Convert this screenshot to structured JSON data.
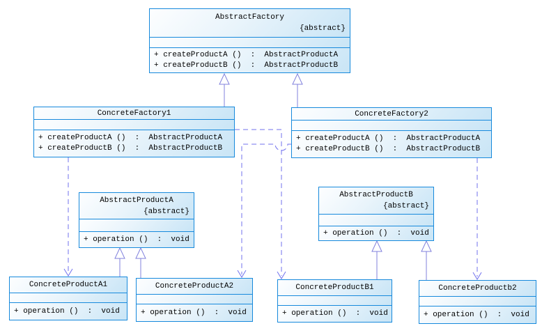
{
  "colors": {
    "box_border": "#1689dc",
    "box_fill_light": "#fdfeff",
    "box_fill_mid": "#e9f4fb",
    "box_fill_dark": "#c9e5f6",
    "generalization": "#8080dc",
    "dependency": "#7070ee",
    "text": "#000000",
    "background": "#ffffff"
  },
  "classes": {
    "abstract_factory": {
      "name": "AbstractFactory",
      "stereotype": "{abstract}",
      "methods": [
        "+ createProductA ()  :  AbstractProductA",
        "+ createProductB ()  :  AbstractProductB"
      ]
    },
    "concrete_factory1": {
      "name": "ConcreteFactory1",
      "methods": [
        "+ createProductA ()  :  AbstractProductA",
        "+ createProductB ()  :  AbstractProductB"
      ]
    },
    "concrete_factory2": {
      "name": "ConcreteFactory2",
      "methods": [
        "+ createProductA ()  :  AbstractProductA",
        "+ createProductB ()  :  AbstractProductB"
      ]
    },
    "abstract_product_a": {
      "name": "AbstractProductA",
      "stereotype": "{abstract}",
      "methods": [
        "+ operation ()  :  void"
      ]
    },
    "abstract_product_b": {
      "name": "AbstractProductB",
      "stereotype": "{abstract}",
      "methods": [
        "+ operation ()  :  void"
      ]
    },
    "concrete_product_a1": {
      "name": "ConcreteProductA1",
      "methods": [
        "+ operation ()  :  void"
      ]
    },
    "concrete_product_a2": {
      "name": "ConcreteProductA2",
      "methods": [
        "+ operation ()  :  void"
      ]
    },
    "concrete_product_b1": {
      "name": "ConcreteProductB1",
      "methods": [
        "+ operation ()  :  void"
      ]
    },
    "concrete_product_b2": {
      "name": "ConcreteProductb2",
      "methods": [
        "+ operation ()  :  void"
      ]
    }
  },
  "relationships": [
    {
      "type": "generalization",
      "from": "ConcreteFactory1",
      "to": "AbstractFactory"
    },
    {
      "type": "generalization",
      "from": "ConcreteFactory2",
      "to": "AbstractFactory"
    },
    {
      "type": "generalization",
      "from": "ConcreteProductA1",
      "to": "AbstractProductA"
    },
    {
      "type": "generalization",
      "from": "ConcreteProductA2",
      "to": "AbstractProductA"
    },
    {
      "type": "generalization",
      "from": "ConcreteProductB1",
      "to": "AbstractProductB"
    },
    {
      "type": "generalization",
      "from": "ConcreteProductb2",
      "to": "AbstractProductB"
    },
    {
      "type": "dependency",
      "from": "ConcreteFactory1",
      "to": "ConcreteProductA1"
    },
    {
      "type": "dependency",
      "from": "ConcreteFactory1",
      "to": "ConcreteProductB1"
    },
    {
      "type": "dependency",
      "from": "ConcreteFactory2",
      "to": "ConcreteProductA2"
    },
    {
      "type": "dependency",
      "from": "ConcreteFactory2",
      "to": "ConcreteProductb2"
    }
  ]
}
